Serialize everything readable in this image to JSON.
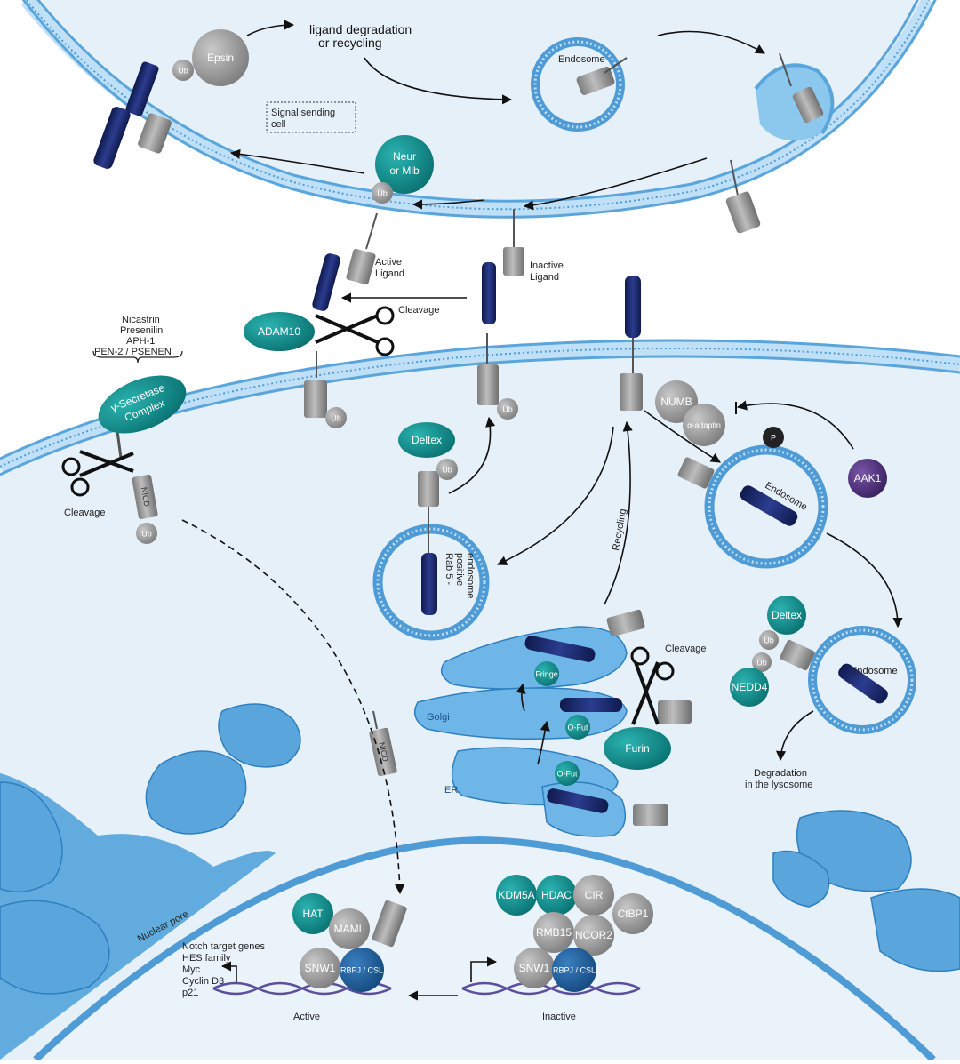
{
  "labels": {
    "epsin": "Epsin",
    "ub": "Ub",
    "ligand_degradation_1": "ligand degradation",
    "ligand_degradation_2": "or recycling",
    "endosome": "Endosome",
    "signal_sending_1": "Signal sending",
    "signal_sending_2": "cell",
    "neur_1": "Neur",
    "neur_2": "or Mib",
    "active_ligand_1": "Active",
    "active_ligand_2": "Ligand",
    "inactive_ligand_1": "Inactive",
    "inactive_ligand_2": "Ligand",
    "cleavage": "Cleavage",
    "adam10": "ADAM10",
    "gamma_components": [
      "Nicastrin",
      "Presenilin",
      "APH-1",
      "PEN-2 / PSENEN"
    ],
    "gamma_secretase_1": "γ-Secretase",
    "gamma_secretase_2": "Complex",
    "nicd": "NICD",
    "deltex": "Deltex",
    "numb": "NUMB",
    "alpha_adaptin": "α-adaptin",
    "p": "P",
    "aak1": "AAK1",
    "rab5_1": "Rab 5 -",
    "rab5_2": "positive",
    "rab5_3": "endosome",
    "recycling": "Recycling",
    "fringe": "Fringe",
    "o_fut": "O-Fut",
    "furin": "Furin",
    "golgi": "Golgi",
    "er": "ER",
    "nedd4": "NEDD4",
    "degradation_1": "Degradation",
    "degradation_2": "in the lysosome",
    "nuclear_pore": "Nuclear pore",
    "hat": "HAT",
    "maml": "MAML",
    "snw1": "SNW1",
    "rbpj": "RBPJ / CSL",
    "target_genes": [
      "Notch target genes",
      "HES family",
      "Myc",
      "Cyclin D3",
      "p21"
    ],
    "active": "Active",
    "inactive": "Inactive",
    "kdm5a": "KDM5A",
    "hdac": "HDAC",
    "cir": "CIR",
    "ctbp1": "CtBP1",
    "rmb15": "RMB15",
    "ncor2": "NCOR2"
  },
  "colors": {
    "membrane": "#4f9bd6",
    "membrane_light": "#bfe0f6",
    "cytoplasm": "#e9f2f9",
    "organelle": "#6fb6e8",
    "teal": "#0f8f8f",
    "gray": "#9a9a9a",
    "navy": "#1d2a6b",
    "dark_blue": "#1f5f9a",
    "purple": "#4a2f73"
  }
}
